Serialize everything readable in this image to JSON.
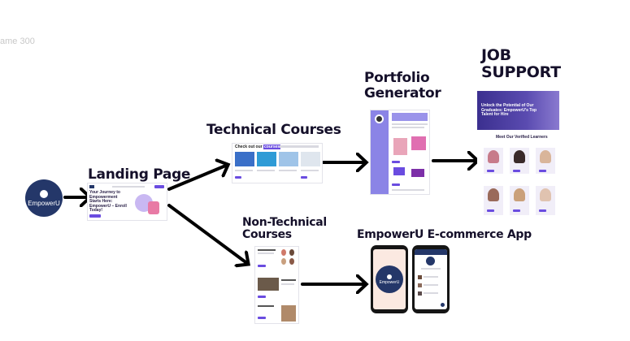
{
  "frame": {
    "label": "ame 300"
  },
  "nodes": {
    "logo": {
      "text": "EmpowerU"
    },
    "landing": {
      "title": "Landing Page",
      "hero_text": "Your Journey to Empowerment Starts Here: EmpowerU – Enroll Today!"
    },
    "technical": {
      "title": "Technical Courses",
      "section": "Check out our",
      "section_badge": "courses"
    },
    "portfolio": {
      "title_line1": "Portfolio",
      "title_line2": "Generator"
    },
    "job": {
      "title_line1": "JOB",
      "title_line2": "SUPPORT",
      "banner_text": "Unlock the Potential of Our Graduates: EmpowerU's Top Talent for Hire",
      "section": "Meet Our Verified Learners"
    },
    "nontechnical": {
      "title_line1": "Non-Technical",
      "title_line2": "Courses"
    },
    "ecommerce": {
      "title": "EmpowerU E-commerce App",
      "app_logo": "EmpowerU"
    }
  },
  "colors": {
    "heading": "#15102a",
    "brand_navy": "#243769",
    "accent_purple": "#6a4ce0",
    "portfolio_sidebar": "#8b84e6",
    "phone_bg": "#fbe9e1"
  }
}
